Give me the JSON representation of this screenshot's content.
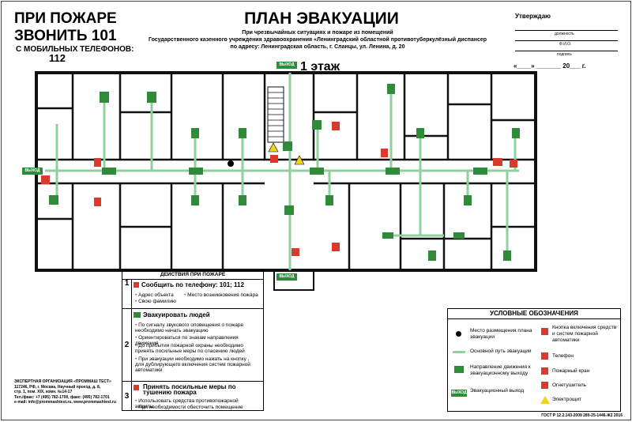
{
  "fire_call": {
    "line1": "ПРИ ПОЖАРЕ",
    "line2": "ЗВОНИТЬ 101",
    "mobile": "С МОБИЛЬНЫХ ТЕЛЕФОНОВ:",
    "mobile_number": "112"
  },
  "header": {
    "title": "ПЛАН ЭВАКУАЦИИ",
    "sub1": "При чрезвычайных ситуациях и пожаре из помещений",
    "sub2": "Государственного казенного учреждения здравоохранения «Ленинградский областной противотуберкулёзный диспансер",
    "sub3": "по адресу: Ленинградская область, г. Сланцы, ул. Ленина, д. 20",
    "floor": "1 этаж"
  },
  "approval": {
    "label": "Утверждаю",
    "position": "должность",
    "fio": "Ф.И.О.",
    "signature": "подпись",
    "date": "«____»  _______  20___ г."
  },
  "signs": {
    "exit": "ВЫХОД"
  },
  "actions": {
    "title": "ДЕЙСТВИЯ ПРИ ПОЖАРЕ",
    "s1": {
      "num": "1",
      "head": "Сообщить по телефону: 101; 112",
      "a": "Адрес объекта",
      "b": "Свою фамилию",
      "c": "Место возникновения пожара"
    },
    "s2": {
      "num": "2",
      "head": "Эвакуировать людей",
      "a": "По сигналу звукового оповещения о пожаре необходимо начать эвакуацию",
      "b": "Ориентироваться по знакам направления движения",
      "c": "До прибытия пожарной охраны необходимо принять посильные меры по спасению людей",
      "d": "При эвакуации необходимо нажать на кнопку , для дублирующего включения систем пожарной автоматики"
    },
    "s3": {
      "num": "3",
      "head": "Принять посильные меры по тушению пожара",
      "a": "Использовать средства противопожарной защиты",
      "b": "При необходимости обесточить помещение"
    }
  },
  "legend": {
    "title": "УСЛОВНЫЕ ОБОЗНАЧЕНИЯ",
    "location": "Место размещения плана эвакуации",
    "main_path": "Основной путь эвакуации",
    "direction": "Направление движения к эвакуационному выходу",
    "exit": "Эвакуационный выход",
    "button": "Кнопка включения средств и систем пожарной автоматики",
    "phone": "Телефон",
    "hydrant": "Пожарный кран",
    "extinguisher": "Огнетушитель",
    "electric": "Электрощит"
  },
  "organization": {
    "name": "ЭКСПЕРТНАЯ ОРГАНИЗАЦИЯ «ПРОММАШ ТЕСТ»",
    "addr1": "117246, РФ, г. Москва, Научный проезд, д. 8,",
    "addr2": "стр. 1, пом. XIX, комн. №14-17",
    "phone": "Тел./факс: +7 (495) 782-1700, факс: (495) 782-1701",
    "email": "e-mail: info@prommashtest.ru, www.prommashtest.ru"
  },
  "gost": "ГОСТ Р 12.2.143-2009 280-25-1446-Ж2 2016",
  "colors": {
    "path": "#8fd19e",
    "sign_green": "#2f8a3a",
    "sign_red": "#d93a2b",
    "warning": "#f2d21b"
  }
}
